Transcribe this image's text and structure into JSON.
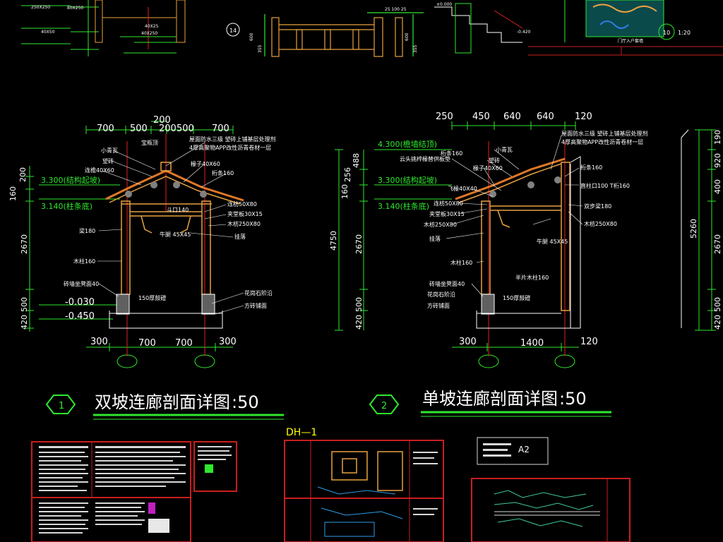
{
  "colors": {
    "background": "#000000",
    "dimension_green": "#2ee82e",
    "structure_orange": "#e8a040",
    "roof_orange": "#e07828",
    "axis_red": "#e02020",
    "sheet_border": "#c81e1e",
    "text_white": "#ffffff"
  },
  "top_strip": {
    "labels_left": [
      "250X250",
      "80X250",
      "40X50",
      "40X250",
      "40X25"
    ],
    "elevation": "±0.000",
    "dims": [
      "25 100 25",
      "600",
      "355",
      "600",
      "355"
    ],
    "offset": "-0.420",
    "detail_number": "10",
    "detail_scale": "1:20",
    "detail_title": "门厅入户套墙",
    "axis_marker": "14"
  },
  "section1": {
    "number": "1",
    "title": "双坡连廊剖面详图",
    "scale": ":50",
    "top_dims_row2": [
      "200"
    ],
    "top_dims_row1": [
      "700",
      "500",
      "200",
      "500",
      "700"
    ],
    "left_dims": [
      "200",
      "160",
      "2670",
      "500",
      "420"
    ],
    "elevations": [
      "3.300(结构起坡)",
      "3.140(柱条底)",
      "-0.030",
      "-0.450"
    ],
    "bottom_dims": [
      "300",
      "700",
      "700",
      "300"
    ],
    "labels": [
      "小青瓦",
      "望砖",
      "连檐40X60",
      "宝瓶顶",
      "屋面防水三级 望砖上铺基层处理剂",
      "4厚高聚物APP改性沥青卷材一层",
      "椽子40X60",
      "桁条160",
      "连枋50X80",
      "夹堂板30X15",
      "木枋250X80",
      "挂落",
      "斗口140",
      "梁180",
      "牛腿 45X45",
      "木柱160",
      "砖墙坐凳面40",
      "150厚鼓磴",
      "花岗石阶沿",
      "方砖铺面"
    ]
  },
  "section2": {
    "number": "2",
    "title": "单坡连廊剖面详图",
    "scale": ":50",
    "top_dims": [
      "250",
      "450",
      "640",
      "640",
      "120"
    ],
    "left_dims": [
      "160",
      "256",
      "488",
      "2670",
      "500",
      "420"
    ],
    "total_height": "4750",
    "elevations": [
      "4.300(檐墙结顶)",
      "3.300(结构起坡)",
      "3.140(柱条底)"
    ],
    "bottom_dims": [
      "300",
      "1400",
      "120"
    ],
    "labels": [
      "小青瓦",
      "望砖",
      "椽子40X60",
      "云头挑梓椽替供板垫",
      "屋面防水三级 望砖上铺基层处理剂",
      "4厚高聚物APP改性沥青卷材一层",
      "桁条160",
      "飞椽40X40",
      "连枋50X80",
      "夹堂板30X15",
      "木枋250X80",
      "挂落",
      "木柱160",
      "砖墙坐凳面40",
      "花岗石阶沿",
      "方砖铺面",
      "150厚鼓磴",
      "桁条160",
      "直柱口100 T桁160",
      "双步梁180",
      "木枋250X80",
      "牛腿 45X45",
      "半片木柱160"
    ]
  },
  "section3": {
    "total_height": "5260",
    "dims": [
      "190",
      "920",
      "400",
      "2670",
      "500",
      "420"
    ]
  },
  "sheets": {
    "dh_label": "DH—1",
    "a2_label": "A2"
  }
}
